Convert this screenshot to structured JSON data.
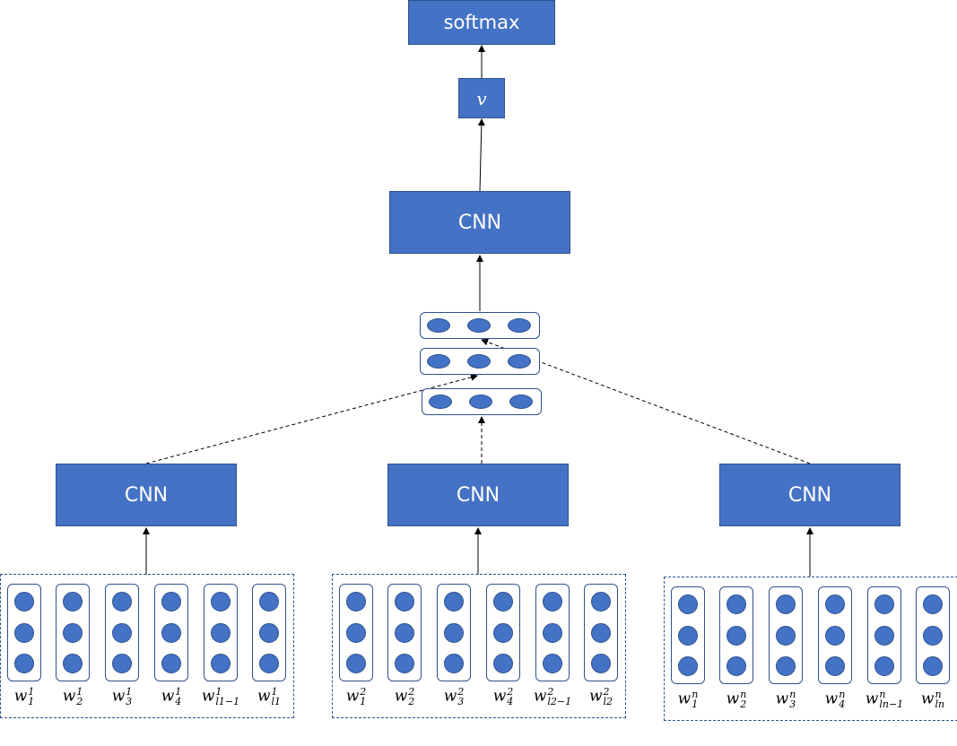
{
  "top": {
    "softmax_label": "softmax",
    "v_label": "v",
    "cnn_label": "CNN"
  },
  "encoders": [
    {
      "label": "CNN"
    },
    {
      "label": "CNN"
    },
    {
      "label": "CNN"
    }
  ],
  "word_groups": [
    {
      "words": [
        {
          "base": "w",
          "sub": "1",
          "sup": "1"
        },
        {
          "base": "w",
          "sub": "2",
          "sup": "1"
        },
        {
          "base": "w",
          "sub": "3",
          "sup": "1"
        },
        {
          "base": "w",
          "sub": "4",
          "sup": "1"
        },
        {
          "base": "w",
          "sub": "l1−1",
          "sup": "1"
        },
        {
          "base": "w",
          "sub": "l1",
          "sup": "1"
        }
      ]
    },
    {
      "words": [
        {
          "base": "w",
          "sub": "1",
          "sup": "2"
        },
        {
          "base": "w",
          "sub": "2",
          "sup": "2"
        },
        {
          "base": "w",
          "sub": "3",
          "sup": "2"
        },
        {
          "base": "w",
          "sub": "4",
          "sup": "2"
        },
        {
          "base": "w",
          "sub": "l2−1",
          "sup": "2"
        },
        {
          "base": "w",
          "sub": "l2",
          "sup": "2"
        }
      ]
    },
    {
      "words": [
        {
          "base": "w",
          "sub": "1",
          "sup": "n"
        },
        {
          "base": "w",
          "sub": "2",
          "sup": "n"
        },
        {
          "base": "w",
          "sub": "3",
          "sup": "n"
        },
        {
          "base": "w",
          "sub": "4",
          "sup": "n"
        },
        {
          "base": "w",
          "sub": "ln−1",
          "sup": "n"
        },
        {
          "base": "w",
          "sub": "ln",
          "sup": "n"
        }
      ]
    }
  ],
  "colors": {
    "box_fill": "#4472c4",
    "box_border": "#2f528f",
    "edge": "#000000"
  }
}
